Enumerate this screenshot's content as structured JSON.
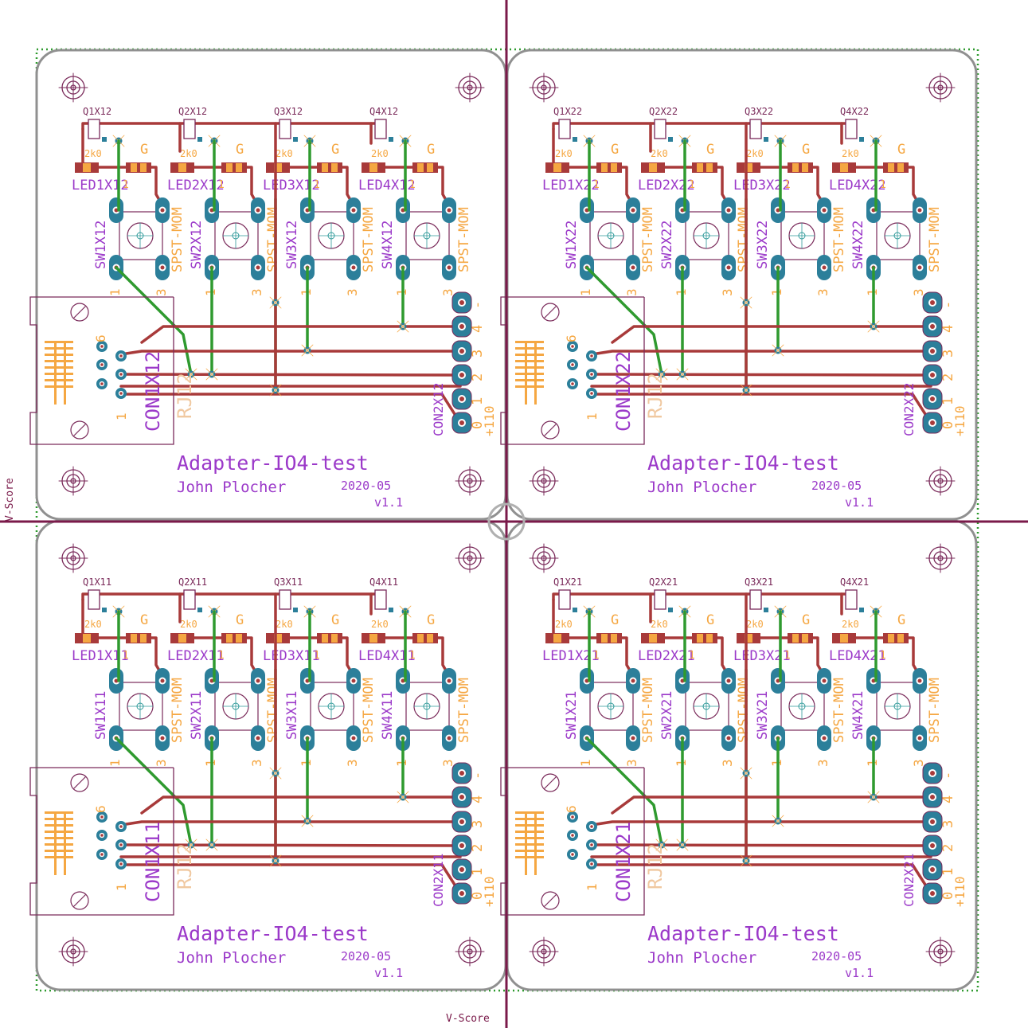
{
  "panel": {
    "vscore_label": "V-Score",
    "vscore_label_left": "V-Score"
  },
  "colors": {
    "outline": "#909090",
    "vscore": "#7a1a4a",
    "trace_red": "#a83a3a",
    "trace_green": "#2f9a2f",
    "pad": "#2c7f9a",
    "silk_purple": "#9b39c9",
    "silk_orange": "#f5a742",
    "doc": "#7a2a5a"
  },
  "boards": [
    {
      "id": "x12",
      "title": "Adapter-IO4-test",
      "author": "John Plocher",
      "date": "2020-05",
      "version": "v1.1",
      "q_labels": [
        "Q1X12",
        "Q2X12",
        "Q3X12",
        "Q4X12"
      ],
      "led_labels": [
        "LED1X12",
        "LED2X12",
        "LED3X12",
        "LED4X12"
      ],
      "sw_labels": [
        "SW1X12",
        "SW2X12",
        "SW3X12",
        "SW4X12"
      ],
      "sw_value": "SPST-MOM",
      "res_value": "2k0",
      "led_value": "G",
      "con1_label": "CON1X12",
      "rj_value": "RJ12",
      "con2_label": "CON2X12",
      "con2_pins": [
        "-",
        "4",
        "3",
        "2",
        "1",
        "0"
      ],
      "con2_value": "+110"
    },
    {
      "id": "x22",
      "title": "Adapter-IO4-test",
      "author": "John Plocher",
      "date": "2020-05",
      "version": "v1.1",
      "q_labels": [
        "Q1X22",
        "Q2X22",
        "Q3X22",
        "Q4X22"
      ],
      "led_labels": [
        "LED1X22",
        "LED2X22",
        "LED3X22",
        "LED4X22"
      ],
      "sw_labels": [
        "SW1X22",
        "SW2X22",
        "SW3X22",
        "SW4X22"
      ],
      "sw_value": "SPST-MOM",
      "res_value": "2k0",
      "led_value": "G",
      "con1_label": "CON1X22",
      "rj_value": "RJ12",
      "con2_label": "CON2X22",
      "con2_pins": [
        "-",
        "4",
        "3",
        "2",
        "1",
        "0"
      ],
      "con2_value": "+110"
    },
    {
      "id": "x11",
      "title": "Adapter-IO4-test",
      "author": "John Plocher",
      "date": "2020-05",
      "version": "v1.1",
      "q_labels": [
        "Q1X11",
        "Q2X11",
        "Q3X11",
        "Q4X11"
      ],
      "led_labels": [
        "LED1X11",
        "LED2X11",
        "LED3X11",
        "LED4X11"
      ],
      "sw_labels": [
        "SW1X11",
        "SW2X11",
        "SW3X11",
        "SW4X11"
      ],
      "sw_value": "SPST-MOM",
      "res_value": "2k0",
      "led_value": "G",
      "con1_label": "CON1X11",
      "rj_value": "RJ12",
      "con2_label": "CON2X11",
      "con2_pins": [
        "-",
        "4",
        "3",
        "2",
        "1",
        "0"
      ],
      "con2_value": "+110"
    },
    {
      "id": "x21",
      "title": "Adapter-IO4-test",
      "author": "John Plocher",
      "date": "2020-05",
      "version": "v1.1",
      "q_labels": [
        "Q1X21",
        "Q2X21",
        "Q3X21",
        "Q4X21"
      ],
      "led_labels": [
        "LED1X21",
        "LED2X21",
        "LED3X21",
        "LED4X21"
      ],
      "sw_labels": [
        "SW1X21",
        "SW2X21",
        "SW3X21",
        "SW4X21"
      ],
      "sw_value": "SPST-MOM",
      "res_value": "2k0",
      "led_value": "G",
      "con1_label": "CON1X21",
      "rj_value": "RJ12",
      "con2_label": "CON2X21",
      "con2_pins": [
        "-",
        "4",
        "3",
        "2",
        "1",
        "0"
      ],
      "con2_value": "+110"
    }
  ]
}
